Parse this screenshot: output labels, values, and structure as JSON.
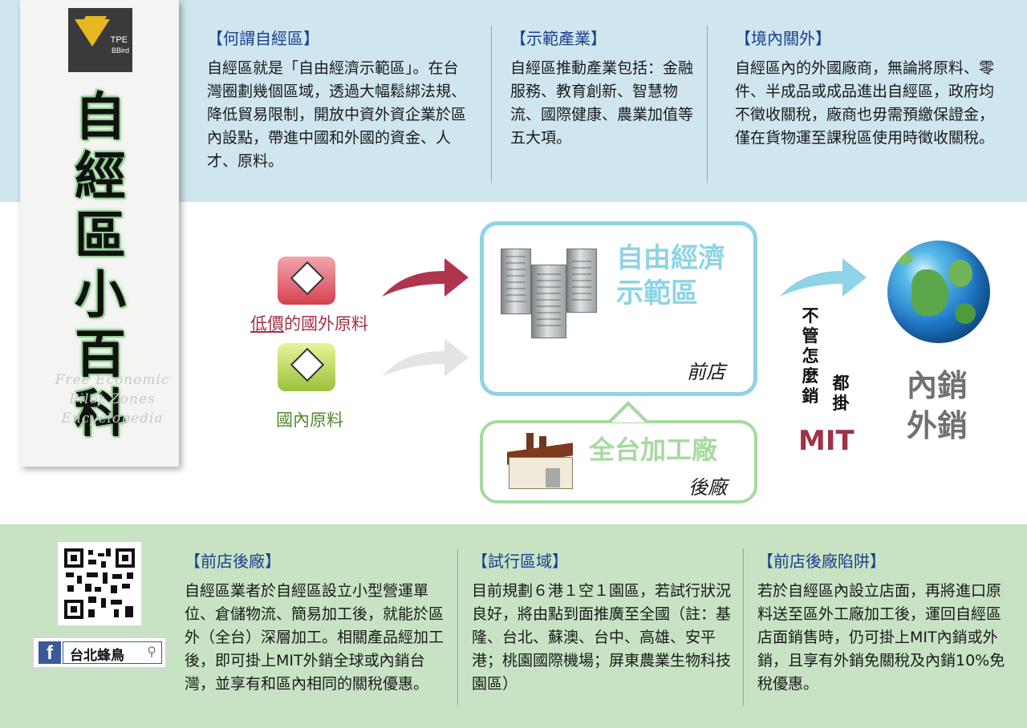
{
  "sidebar": {
    "logo_line1": "TPE",
    "logo_line2": "BBird",
    "title_chars": [
      "自",
      "經",
      "區",
      "小",
      "百",
      "科"
    ],
    "watermark_lines": [
      "Free Economic",
      "Pilot Zones",
      "Encyclopedia"
    ]
  },
  "top": {
    "col1": {
      "heading": "【何謂自經區】",
      "body": "自經區就是「自由經濟示範區」。在台灣圈劃幾個區域，透過大幅鬆綁法規、降低貿易限制，開放中資外資企業於區內設點，帶進中國和外國的資金、人才、原料。"
    },
    "col2": {
      "heading": "【示範產業】",
      "body": "自經區推動產業包括：金融服務、教育創新、智慧物流、國際健康、農業加值等五大項。"
    },
    "col3": {
      "heading": "【境內關外】",
      "body": "自經區內的外國廠商，無論將原料、零件、半成品或成品進出自經區，政府均不徵收關稅，廠商也毋需預繳保證金，僅在貨物運至課稅區使用時徵收關稅。"
    }
  },
  "diagram": {
    "foreign_label_underlined": "低價",
    "foreign_label_rest": "的國外原料",
    "domestic_label": "國內原料",
    "zone_line1": "自由經濟",
    "zone_line2": "示範區",
    "front_shop": "前店",
    "plant_title": "全台加工廠",
    "back_factory": "後廠",
    "vertical_left": "不管怎麼銷",
    "vertical_right": "都掛",
    "mit": "MIT",
    "market_line1": "內銷",
    "market_line2": "外銷",
    "colors": {
      "zone_blue": "#8ed3e6",
      "plant_green": "#a6d9a1",
      "arrow_red": "#b0344e",
      "arrow_grey": "#e4e4e4",
      "arrow_blue": "#8ed3e6"
    }
  },
  "bottom": {
    "facebook_label": "台北蜂鳥",
    "col1": {
      "heading": "【前店後廠】",
      "body": "自經區業者於自經區設立小型營運單位、倉儲物流、簡易加工後，就能於區外（全台）深層加工。相關產品經加工後，即可掛上MIT外銷全球或內銷台灣，並享有和區內相同的關稅優惠。"
    },
    "col2": {
      "heading": "【試行區域】",
      "body": "目前規劃６港１空１園區，若試行狀況良好，將由點到面推廣至全國（註：基隆、台北、蘇澳、台中、高雄、安平港；桃園國際機場；屏東農業生物科技園區）"
    },
    "col3": {
      "heading": "【前店後廠陷阱】",
      "body": "若於自經區內設立店面，再將進口原料送至區外工廠加工後，運回自經區店面銷售時，仍可掛上MIT內銷或外銷，且享有外銷免關稅及內銷10%免稅優惠。"
    }
  }
}
